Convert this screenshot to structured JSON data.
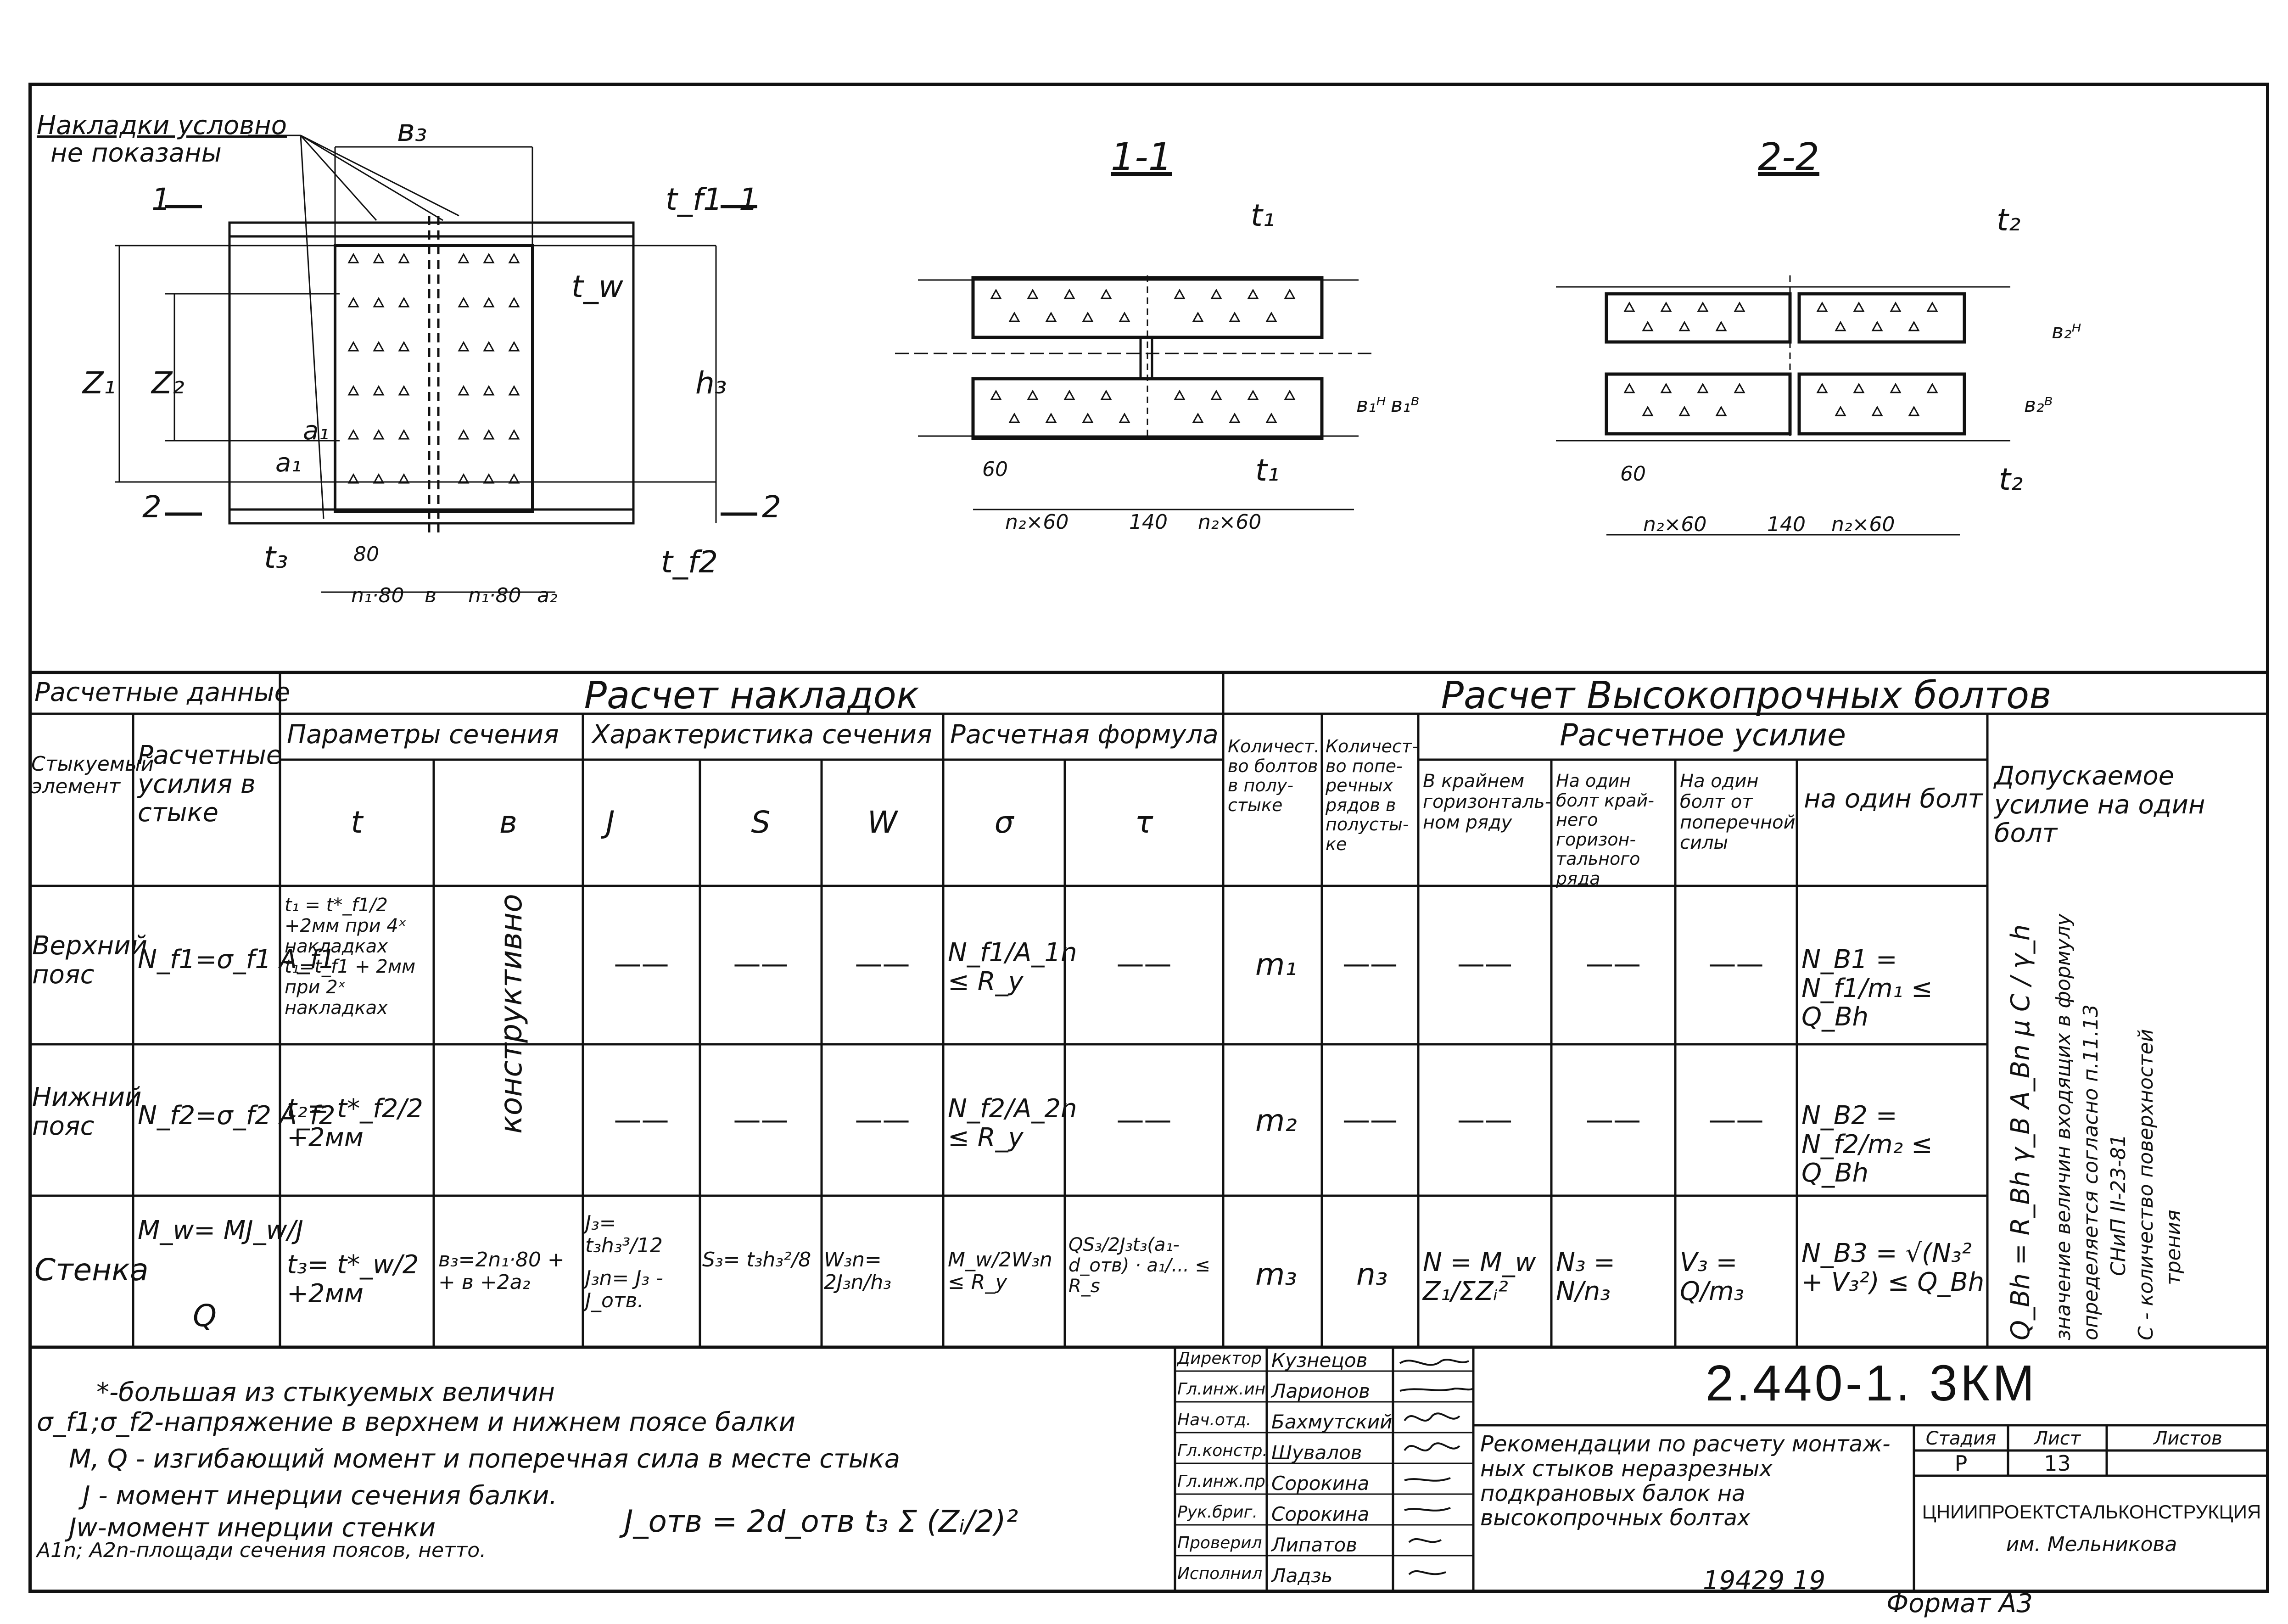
{
  "drawing": {
    "note_top_l1": "Накладки условно",
    "note_top_l2": "не показаны",
    "b3": "в₃",
    "tf1": "t_f1",
    "tw": "t_w",
    "z1": "Z₁",
    "z2": "Z₂",
    "h3": "h₃",
    "a1_v": "a₁",
    "a1_h": "a₁",
    "t3": "t₃",
    "tf2": "t_f2",
    "dim_80": "80",
    "dim_n1x80_l": "n₁·80",
    "dim_b": "в",
    "dim_n1x80_r": "n₁·80",
    "dim_a2": "a₂",
    "cut1_top": "1",
    "cut1_top_r": "1",
    "cut2_bot": "2",
    "cut2_bot_r": "2"
  },
  "section11": {
    "title": "1-1",
    "t1_top": "t₁",
    "t1_bot": "t₁",
    "bn": "в₁ᴴ",
    "bb": "в₁ᴮ",
    "dim_60": "60",
    "dim_n2x60_l": "n₂×60",
    "dim_140": "140",
    "dim_n2x60_r": "n₂×60"
  },
  "section22": {
    "title": "2-2",
    "t2_top": "t₂",
    "t2_bot": "t₂",
    "bb": "в₂ᴮ",
    "bn": "в₂ᴴ",
    "dim_60": "60",
    "dim_n2x60_l": "n₂×60",
    "dim_140": "140",
    "dim_n2x60_r": "n₂×60"
  },
  "table": {
    "h_calc_data": "Расчетные данные",
    "h_plates": "Расчет накладок",
    "h_bolts": "Расчет Высокопрочных болтов",
    "h_elem": "Стыкуемый элемент",
    "h_forces": "Расчетные усилия в стыке",
    "h_params": "Параметры сечения",
    "h_char": "Характеристика сечения",
    "h_formula": "Расчетная формула",
    "h_count_half": "Количест. во болтов в полу- стыке",
    "h_rows_half": "Количест- во попе- речных рядов в полусты- ке",
    "h_force": "Расчетное усилие",
    "h_edge_row": "В крайнем горизонталь- ном ряду",
    "h_one_edge": "На один болт край- него горизон- тального ряда",
    "h_one_shear": "На один болт от поперечной силы",
    "h_one": "на один болт",
    "h_allow": "Допускаемое усилие на один болт",
    "c_t": "t",
    "c_b": "в",
    "c_J": "J",
    "c_S": "S",
    "c_W": "W",
    "c_sigma": "σ",
    "c_tau": "τ",
    "dash": "——",
    "r1_elem": "Верхний пояс",
    "r1_force": "N_f1=σ_f1 A_f1",
    "r1_t": "t₁ = t*_f1/2 +2мм при 4ˣ накладках t₁=t_f1 + 2мм при 2ˣ накладках",
    "b_konstr": "конструктивно",
    "r1_sigma": "N_f1/A_1n ≤ R_y",
    "r1_m": "m₁",
    "r1_nb": "N_B1 = N_f1/m₁ ≤ Q_Bh",
    "r2_elem": "Нижний пояс",
    "r2_force": "N_f2=σ_f2 A_f2",
    "r2_t": "t₂= t*_f2/2 +2мм",
    "r2_sigma": "N_f2/A_2n ≤ R_y",
    "r2_m": "m₂",
    "r2_nb": "N_B2 = N_f2/m₂ ≤ Q_Bh",
    "r3_elem": "Стенка",
    "r3_force_1": "M_w= MJ_w/J",
    "r3_force_2": "Q",
    "r3_t": "t₃= t*_w/2 +2мм",
    "r3_b": "в₃=2n₁·80 + + в +2a₂",
    "r3_J1": "J₃= t₃h₃³/12",
    "r3_J2": "J₃n= J₃ -J_oтв.",
    "r3_S": "S₃= t₃h₃²/8",
    "r3_W": "W₃n= 2J₃n/h₃",
    "r3_sigma": "M_w/2W₃n ≤ R_y",
    "r3_tau": "QS₃/2J₃t₃(a₁-d_oтв) · a₁/... ≤ R_s",
    "r3_m": "m₃",
    "r3_n": "n₃",
    "r3_N": "N = M_w Z₁/ΣZᵢ²",
    "r3_N3": "N₃ = N/n₃",
    "r3_V3": "V₃ = Q/m₃",
    "r3_NB3": "N_B3 = √(N₃² + V₃²) ≤ Q_Bh",
    "allow_formula": "Q_Bh = R_Bh γ_B A_Bn μ C / γ_h",
    "allow_text1": "значение величин входящих в формулу",
    "allow_text2": "определяется согласно п.11.13",
    "allow_text3": "СНиП II-23-81",
    "allow_text4": "С - количество поверхностей",
    "allow_text5": "трения"
  },
  "notes": {
    "n1": "*-большая из стыкуемых величин",
    "n2": "σ_f1;σ_f2-напряжение в верхнем и нижнем поясе балки",
    "n3": "M, Q - изгибающий момент и поперечная сила в месте стыка",
    "n4": "J - момент инерции сечения балки.",
    "n5": "Jw-момент инерции стенки",
    "n6": "A1n; A2n-площади сечения поясов, нетто.",
    "formula": "J_отв = 2d_отв t₃ Σ (Zᵢ/2)²"
  },
  "stamp": {
    "roles": [
      "Директор",
      "Гл.инж.ин",
      "Нач.отд.",
      "Гл.констр.",
      "Гл.инж.пр.",
      "Рук.бриг.",
      "Проверил",
      "Исполнил"
    ],
    "names": [
      "Кузнецов",
      "Ларионов",
      "Бахмутский",
      "Шувалов",
      "Сорокина",
      "Сорокина",
      "Липатов",
      "Ладзь"
    ],
    "code": "2.440-1. 3КМ",
    "title": "Рекомендации по расчету монтаж-ных стыков неразрезных подкрановых балок на высокопрочных болтах",
    "h_stage": "Стадия",
    "h_sheet": "Лист",
    "h_sheets": "Листов",
    "stage": "Р",
    "sheet": "13",
    "org1": "ЦНИИПРОЕКТСТАЛЬКОНСТРУКЦИЯ",
    "org2": "им. Мельникова"
  },
  "footer": {
    "number": "19429 19",
    "format": "Формат А3"
  }
}
